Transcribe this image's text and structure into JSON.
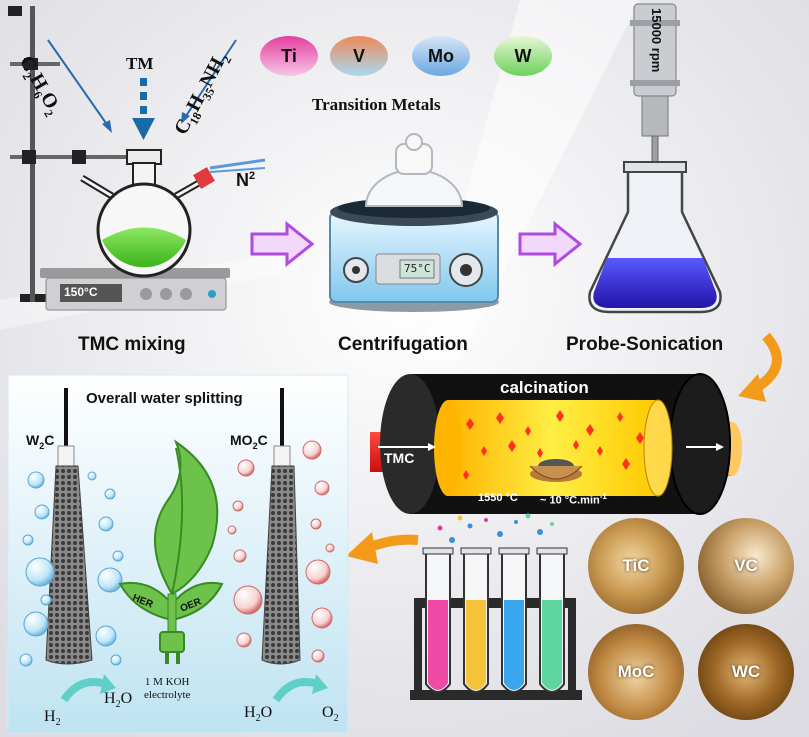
{
  "reagents": {
    "ethylene_glycol_main": "C",
    "ethylene_glycol_sub1": "2",
    "ethylene_glycol_h": "H",
    "ethylene_glycol_sub2": "6",
    "ethylene_glycol_o": "O",
    "ethylene_glycol_sub3": "2",
    "oleylamine_main": "C",
    "oleylamine_sub1": "18",
    "oleylamine_h": "H",
    "oleylamine_sub2": "35",
    "oleylamine_n": "NH",
    "oleylamine_sub3": "2",
    "tm": "TM",
    "nitrogen": "N",
    "nitrogen_sup": "2"
  },
  "transition_metals": {
    "title": "Transition Metals",
    "items": [
      {
        "symbol": "Ti",
        "color_top": "#e43ea0",
        "color_bottom": "#f7c6e6"
      },
      {
        "symbol": "V",
        "color_top": "#ee8a5a",
        "color_bottom": "#a9d8f0"
      },
      {
        "symbol": "Mo",
        "color_top": "#d6e6f5",
        "color_bottom": "#6aa8e0"
      },
      {
        "symbol": "W",
        "color_top": "#e8f6d6",
        "color_bottom": "#6cd15a"
      }
    ]
  },
  "hotplate_temp": "150°C",
  "centrifuge_display": "75°C",
  "probe_speed": "15000 rpm",
  "stages": {
    "mixing": "TMC mixing",
    "centrifugation": "Centrifugation",
    "sonication": "Probe-Sonication"
  },
  "calcination": {
    "title": "calcination",
    "input": "TMC",
    "temperature": "1550 °C",
    "rate": "~ 10 °C.min",
    "rate_sup": "-1"
  },
  "water_splitting": {
    "title": "Overall water splitting",
    "left_electrode_main": "W",
    "left_electrode_sub": "2",
    "left_electrode_c": "C",
    "right_electrode_main": "MO",
    "right_electrode_sub": "2",
    "right_electrode_c": "C",
    "her": "HER",
    "oer": "OER",
    "electrolyte_line1": "1 M KOH",
    "electrolyte_line2": "electrolyte",
    "h2_main": "H",
    "h2_sub": "2",
    "h2o_left_main": "H",
    "h2o_left_sub": "2",
    "h2o_left_o": "O",
    "h2o_right_main": "H",
    "h2o_right_sub": "2",
    "h2o_right_o": "O",
    "o2_main": "O",
    "o2_sub": "2"
  },
  "products": {
    "tube_colors": [
      "#ee4aa6",
      "#f5c23a",
      "#3aa6ee",
      "#5ed6a0"
    ],
    "micrographs": [
      "TiC",
      "VC",
      "MoC",
      "WC"
    ]
  },
  "colors": {
    "arrow_purple": "#b04ae0",
    "arrow_orange": "#f39a1a",
    "leaf_green": "#6cc24a",
    "liquid_green": "#62d13a",
    "liquid_blue": "#3b2fd6"
  }
}
